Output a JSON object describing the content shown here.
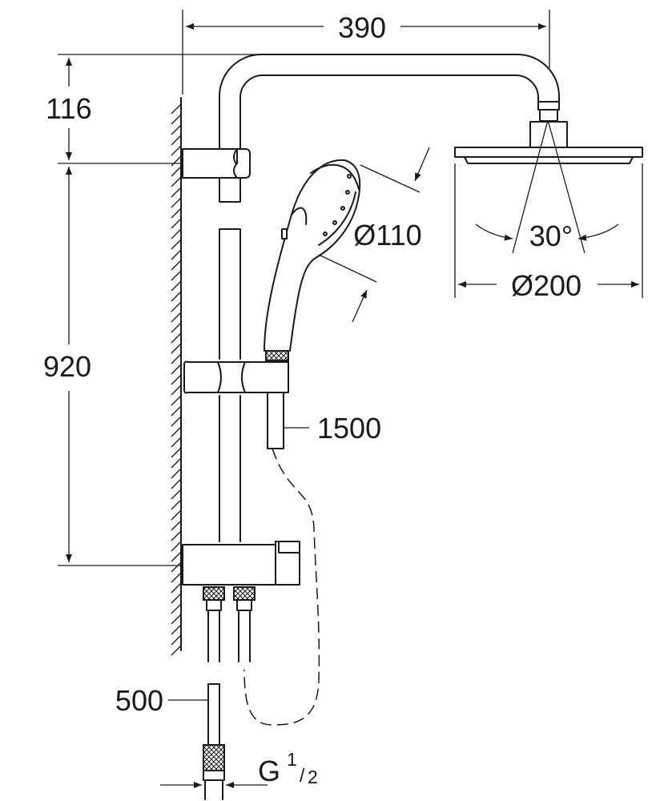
{
  "dimensions": {
    "width_top": "390",
    "height_top": "116",
    "height_rail": "920",
    "handshower_diameter": "Ø110",
    "headshower_diameter": "Ø200",
    "spray_angle": "30°",
    "hose_length": "1500",
    "connection_hose_length": "500",
    "thread_main": "G",
    "thread_num": "1",
    "thread_den": "2"
  },
  "colors": {
    "line": "#1a1a1a",
    "background": "#ffffff"
  }
}
